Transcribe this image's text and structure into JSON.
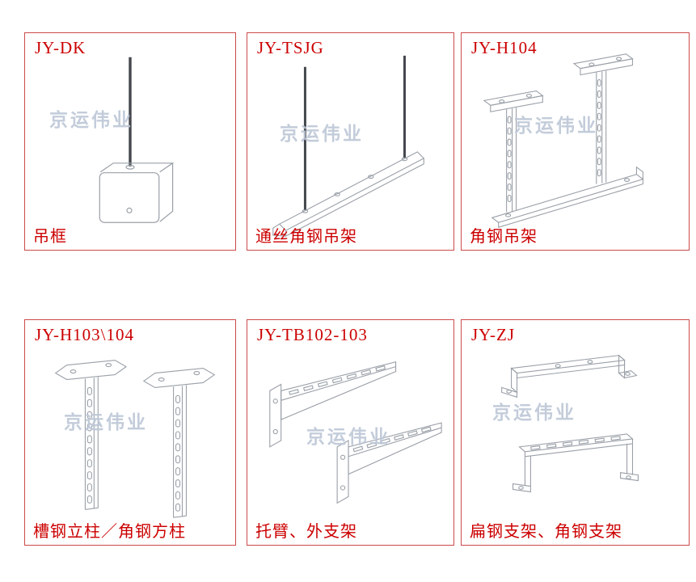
{
  "watermark": {
    "text": "京运伟业",
    "color": "#bdc7d7"
  },
  "colors": {
    "panel_border": "#cd4a4a",
    "label_red": "#cc0000",
    "drawing_line_gray": "#9aa0a8",
    "rod_dark": "#44484d"
  },
  "panels": [
    {
      "code": "JY-DK",
      "name": "吊框"
    },
    {
      "code": "JY-TSJG",
      "name": "通丝角钢吊架"
    },
    {
      "code": "JY-H104",
      "name": "角钢吊架"
    },
    {
      "code": "JY-H103\\104",
      "name": "槽钢立柱／角钢方柱"
    },
    {
      "code": "JY-TB102-103",
      "name": "托臂、外支架"
    },
    {
      "code": "JY-ZJ",
      "name": "扁钢支架、角钢支架"
    }
  ]
}
